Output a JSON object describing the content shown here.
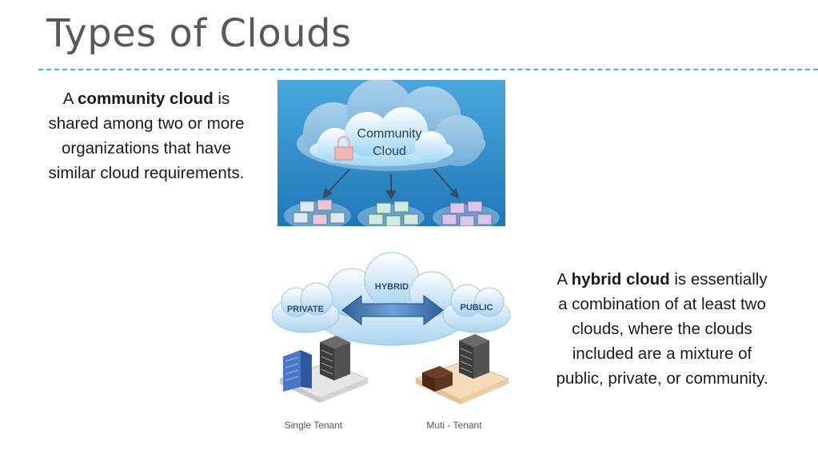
{
  "slide": {
    "title": "Types of Clouds"
  },
  "community": {
    "prefix": "A ",
    "term": "community cloud",
    "rest": " is shared among two or more organizations that have similar cloud requirements.",
    "diagram": {
      "label_line1": "Community",
      "label_line2": "Cloud"
    }
  },
  "hybrid": {
    "prefix": "A ",
    "term": "hybrid cloud",
    "rest": " is essentially a combination of at least two clouds, where the clouds included are a mixture of public, private, or community.",
    "diagram": {
      "hybrid_label": "HYBRID",
      "private_label": "PRIVATE",
      "public_label": "PUBLIC",
      "single_tenant": "Single Tenant",
      "multi_tenant": "Muti - Tenant"
    }
  },
  "colors": {
    "divider": "#3fb8d4",
    "title": "#595959",
    "community_bg": "#2b86c4"
  }
}
